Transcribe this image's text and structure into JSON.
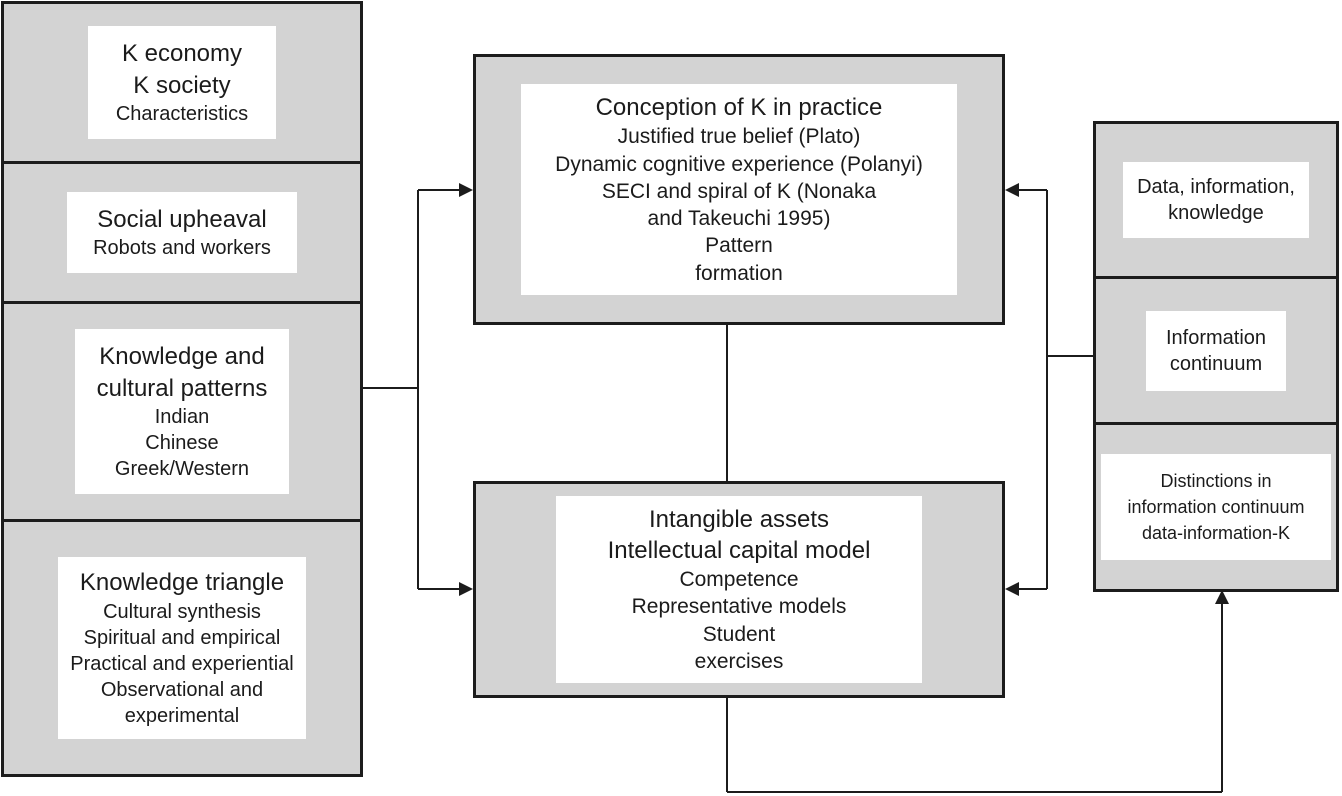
{
  "colors": {
    "box_fill": "#d3d3d3",
    "card_fill": "#ffffff",
    "border": "#1c1c1c",
    "text": "#1b1b1b"
  },
  "left_column": {
    "sections": [
      {
        "title_lines": [
          "K economy",
          "K society"
        ],
        "body_lines": [
          "Characteristics"
        ]
      },
      {
        "title_lines": [
          "Social upheaval"
        ],
        "body_lines": [
          "Robots and workers"
        ]
      },
      {
        "title_lines": [
          "Knowledge and",
          "cultural patterns"
        ],
        "body_lines": [
          "Indian",
          "Chinese",
          "Greek/Western"
        ]
      },
      {
        "title_lines": [
          "Knowledge triangle"
        ],
        "body_lines": [
          "Cultural synthesis",
          "Spiritual and empirical",
          "Practical and experiential",
          "Observational and",
          "experimental"
        ]
      }
    ]
  },
  "center": {
    "top_box": {
      "title_lines": [
        "Conception of K in practice"
      ],
      "body_lines": [
        "Justified true belief (Plato)",
        "Dynamic cognitive experience (Polanyi)",
        "SECI and spiral of K (Nonaka",
        "and Takeuchi 1995)",
        "Pattern",
        "formation"
      ]
    },
    "bottom_box": {
      "title_lines": [
        "Intangible assets",
        "Intellectual capital model"
      ],
      "body_lines": [
        "Competence",
        "Representative models",
        "Student",
        "exercises"
      ]
    }
  },
  "right_column": {
    "sections": [
      {
        "body_lines": [
          "Data, information,",
          "knowledge"
        ]
      },
      {
        "body_lines": [
          "Information",
          "continuum"
        ]
      },
      {
        "body_lines": [
          "Distinctions in",
          "information continuum",
          "data-information-K"
        ]
      }
    ]
  }
}
